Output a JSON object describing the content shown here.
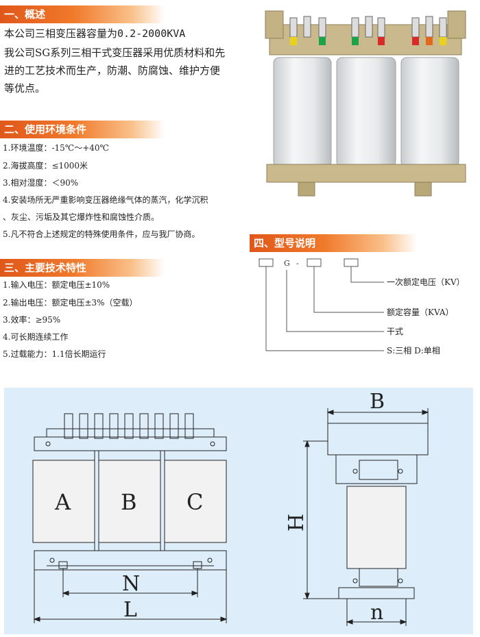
{
  "sections": {
    "s1": {
      "title": "一、概述",
      "line1": "本公司三相变压器容量为0.2-2000KVA",
      "para": [
        "我公司SG系列三相干式变压器采用优质材料和先",
        "进的工艺技术而生产，防潮、防腐蚀、维护方便",
        "等优点。"
      ]
    },
    "s2": {
      "title": "二、使用环境条件",
      "items": [
        "1.环境温度：-15℃～+40℃",
        "2.海拔高度：≤1000米",
        "3.相对湿度：＜90%",
        "4.安装场所无严重影响变压器绝缘气体的蒸汽，化学沉积",
        "、灰尘、污垢及其它爆炸性和腐蚀性介质。",
        "5.凡不符合上述规定的特殊使用条件，应与我厂协商。"
      ]
    },
    "s3": {
      "title": "三、主要技术特性",
      "items": [
        "1.输入电压：额定电压±10%",
        "2.输出电压：额定电压±3%（空载）",
        "3.效率：≥95%",
        "4.可长期连续工作",
        "5.过载能力：1.1倍长期运行"
      ]
    },
    "s4": {
      "title": "四、型号说明",
      "code_g": "G",
      "code_dash": "-",
      "labels": [
        "一次额定电压（KV）",
        "额定容量（KVA）",
        "干式",
        "S:三相 D:单相"
      ]
    }
  },
  "drawing": {
    "coils": [
      "A",
      "B",
      "C"
    ],
    "dims": {
      "N": "N",
      "L": "L",
      "B": "B",
      "H": "H",
      "n": "n"
    }
  },
  "colors": {
    "header": "#e0571a",
    "drawing_bg": "#ddeefa",
    "coil": "#f2f2f2"
  }
}
